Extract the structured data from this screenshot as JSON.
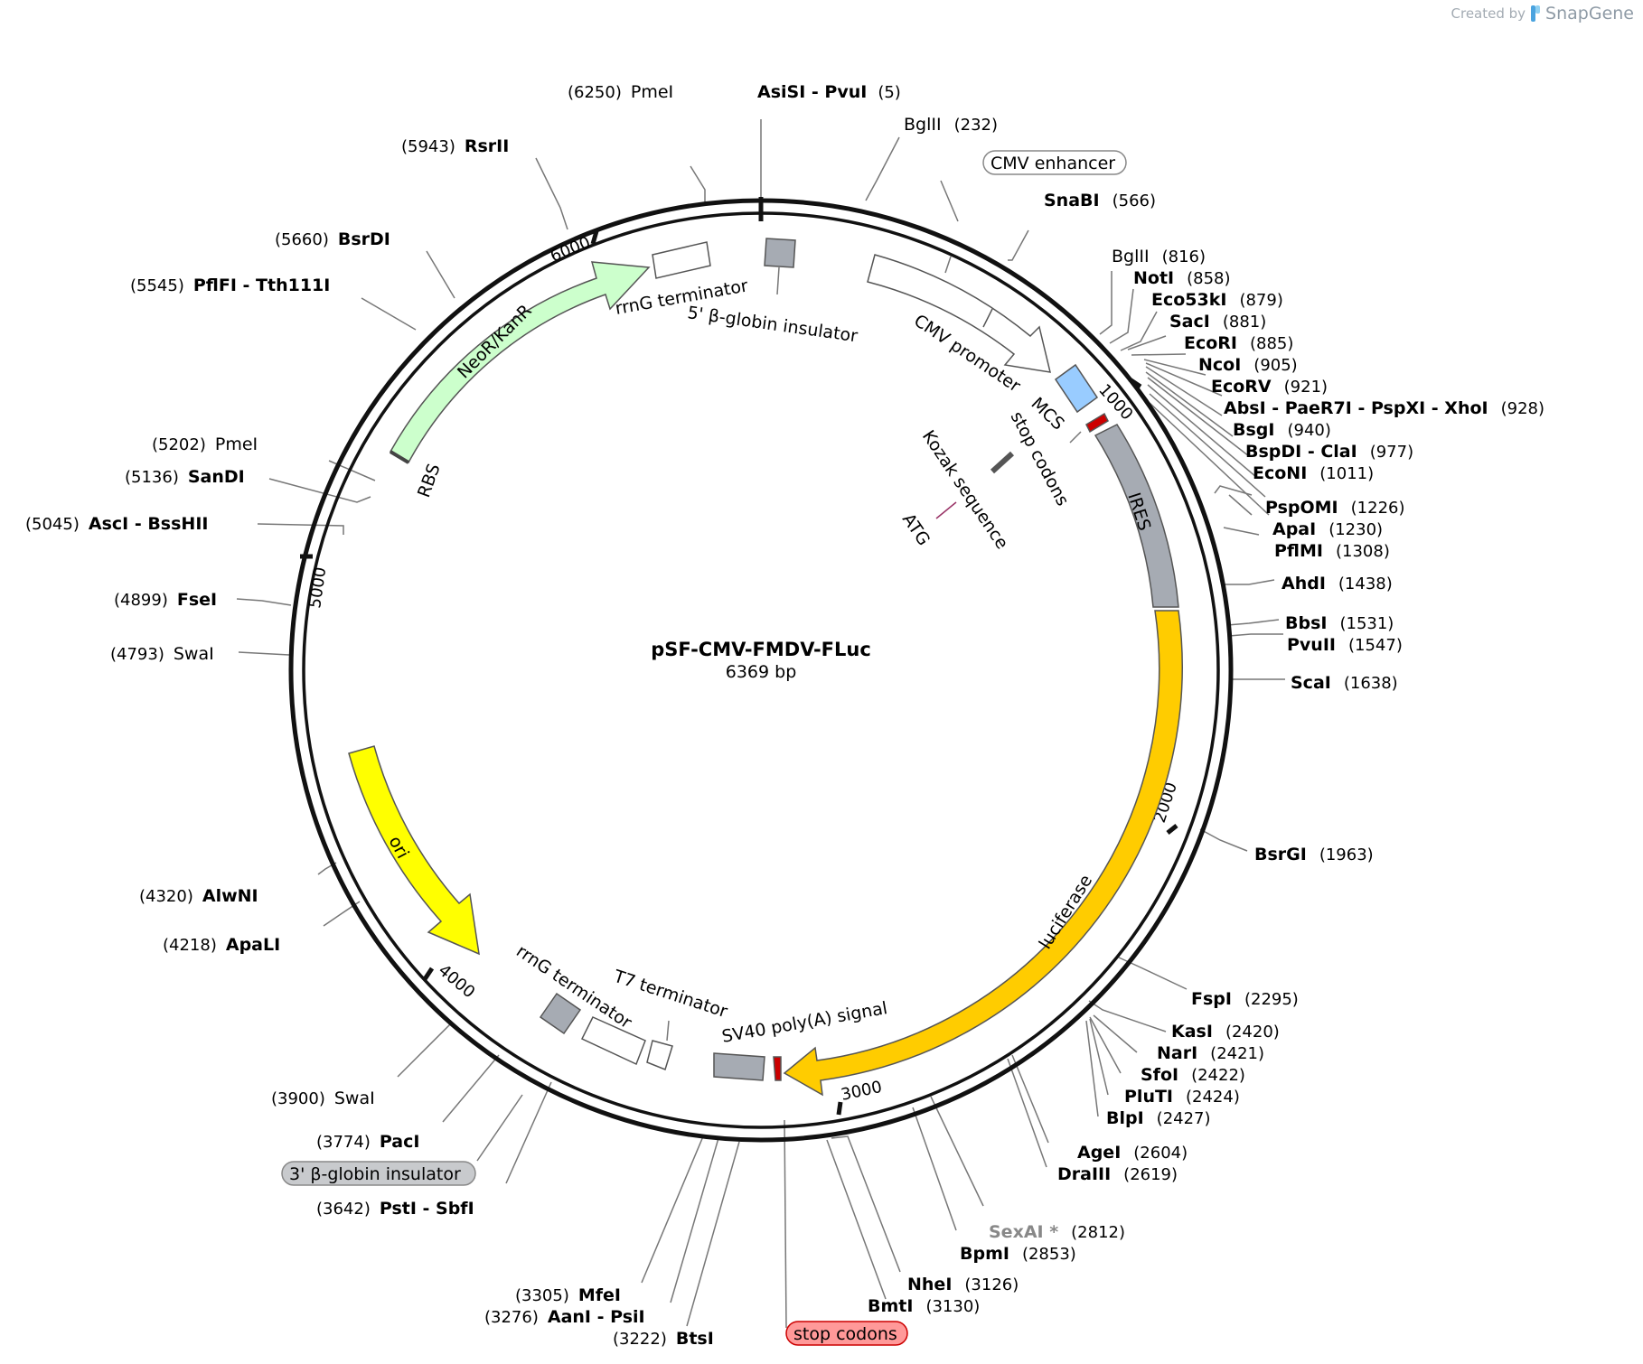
{
  "app": {
    "credit_prefix": "Created by",
    "credit_brand": "SnapGene",
    "brand_color": "#4aa3df"
  },
  "plasmid": {
    "name": "pSF-CMV-FMDV-FLuc",
    "size_label": "6369 bp",
    "length": 6369
  },
  "tick_labels": [
    "1000",
    "2000",
    "3000",
    "4000",
    "5000",
    "6000"
  ],
  "features": [
    {
      "label": "NeoR/KanR",
      "color": "#ccffcc",
      "shape": "arrow"
    },
    {
      "label": "RBS",
      "color": "#ffffff",
      "shape": "tick"
    },
    {
      "label": "rrnG terminator",
      "color": "#ffffff",
      "shape": "box"
    },
    {
      "label": "5' β-globin insulator",
      "color": "#a6abb3",
      "shape": "box"
    },
    {
      "label": "CMV enhancer",
      "color": "#ffffff",
      "shape": "arrow"
    },
    {
      "label": "CMV promoter",
      "color": "#ffffff",
      "shape": "arrow"
    },
    {
      "label": "MCS",
      "color": "#99ccff",
      "shape": "box"
    },
    {
      "label": "stop codons",
      "color": "#cc0000",
      "shape": "box"
    },
    {
      "label": "Kozak sequence",
      "color": "#555555",
      "shape": "inner"
    },
    {
      "label": "ATG",
      "color": "#993366",
      "shape": "inner"
    },
    {
      "label": "IRES",
      "color": "#a6abb3",
      "shape": "box"
    },
    {
      "label": "luciferase",
      "color": "#ffcc00",
      "shape": "arrow"
    },
    {
      "label": "SV40 poly(A) signal",
      "color": "#a6abb3",
      "shape": "box"
    },
    {
      "label": "stop codons",
      "color": "#cc0000",
      "shape": "box"
    },
    {
      "label": "T7 terminator",
      "color": "#ffffff",
      "shape": "box"
    },
    {
      "label": "rrnG terminator",
      "color": "#ffffff",
      "shape": "box"
    },
    {
      "label": "3' β-globin insulator",
      "color": "#a6abb3",
      "shape": "box"
    },
    {
      "label": "ori",
      "color": "#ffff00",
      "shape": "arrow"
    }
  ],
  "sites": [
    {
      "pos": "(6250)",
      "name": "PmeI",
      "bold": false
    },
    {
      "pos": "(5)",
      "name": "AsiSI - PvuI",
      "bold": true
    },
    {
      "pos": "(232)",
      "name": "BglII",
      "bold": false
    },
    {
      "pos": "(5943)",
      "name": "RsrII",
      "bold": true
    },
    {
      "pos": "(566)",
      "name": "SnaBI",
      "bold": true
    },
    {
      "pos": "(5660)",
      "name": "BsrDI",
      "bold": true
    },
    {
      "pos": "(816)",
      "name": "BglII",
      "bold": false
    },
    {
      "pos": "(858)",
      "name": "NotI",
      "bold": true
    },
    {
      "pos": "(5545)",
      "name": "PflFI - Tth111I",
      "bold": true
    },
    {
      "pos": "(879)",
      "name": "Eco53kI",
      "bold": true
    },
    {
      "pos": "(881)",
      "name": "SacI",
      "bold": true
    },
    {
      "pos": "(885)",
      "name": "EcoRI",
      "bold": true
    },
    {
      "pos": "(905)",
      "name": "NcoI",
      "bold": true
    },
    {
      "pos": "(921)",
      "name": "EcoRV",
      "bold": true
    },
    {
      "pos": "(928)",
      "name": "AbsI - PaeR7I - PspXI - XhoI",
      "bold": true
    },
    {
      "pos": "(940)",
      "name": "BsgI",
      "bold": true
    },
    {
      "pos": "(5202)",
      "name": "PmeI",
      "bold": false
    },
    {
      "pos": "(977)",
      "name": "BspDI - ClaI",
      "bold": true
    },
    {
      "pos": "(5136)",
      "name": "SanDI",
      "bold": true
    },
    {
      "pos": "(1011)",
      "name": "EcoNI",
      "bold": true
    },
    {
      "pos": "(1226)",
      "name": "PspOMI",
      "bold": true
    },
    {
      "pos": "(5045)",
      "name": "AscI - BssHII",
      "bold": true
    },
    {
      "pos": "(1230)",
      "name": "ApaI",
      "bold": true
    },
    {
      "pos": "(1308)",
      "name": "PflMI",
      "bold": true
    },
    {
      "pos": "(1438)",
      "name": "AhdI",
      "bold": true
    },
    {
      "pos": "(4899)",
      "name": "FseI",
      "bold": true
    },
    {
      "pos": "(1531)",
      "name": "BbsI",
      "bold": true
    },
    {
      "pos": "(1547)",
      "name": "PvuII",
      "bold": true
    },
    {
      "pos": "(4793)",
      "name": "SwaI",
      "bold": false
    },
    {
      "pos": "(1638)",
      "name": "ScaI",
      "bold": true
    },
    {
      "pos": "(1963)",
      "name": "BsrGI",
      "bold": true
    },
    {
      "pos": "(4320)",
      "name": "AlwNI",
      "bold": true
    },
    {
      "pos": "(4218)",
      "name": "ApaLI",
      "bold": true
    },
    {
      "pos": "(2295)",
      "name": "FspI",
      "bold": true
    },
    {
      "pos": "(2420)",
      "name": "KasI",
      "bold": true
    },
    {
      "pos": "(2421)",
      "name": "NarI",
      "bold": true
    },
    {
      "pos": "(2422)",
      "name": "SfoI",
      "bold": true
    },
    {
      "pos": "(2424)",
      "name": "PluTI",
      "bold": true
    },
    {
      "pos": "(3900)",
      "name": "SwaI",
      "bold": false
    },
    {
      "pos": "(2427)",
      "name": "BlpI",
      "bold": true
    },
    {
      "pos": "(3774)",
      "name": "PacI",
      "bold": true
    },
    {
      "pos": "(2604)",
      "name": "AgeI",
      "bold": true
    },
    {
      "pos": "(2619)",
      "name": "DraIII",
      "bold": true
    },
    {
      "pos": "(3642)",
      "name": "PstI - SbfI",
      "bold": true
    },
    {
      "pos": "(2812)",
      "name": "SexAI *",
      "bold": true,
      "gray": true
    },
    {
      "pos": "(2853)",
      "name": "BpmI",
      "bold": true
    },
    {
      "pos": "(3126)",
      "name": "NheI",
      "bold": true
    },
    {
      "pos": "(3130)",
      "name": "BmtI",
      "bold": true
    },
    {
      "pos": "(3305)",
      "name": "MfeI",
      "bold": true
    },
    {
      "pos": "(3276)",
      "name": "AanI - PsiI",
      "bold": true
    },
    {
      "pos": "(3222)",
      "name": "BtsI",
      "bold": true
    }
  ]
}
